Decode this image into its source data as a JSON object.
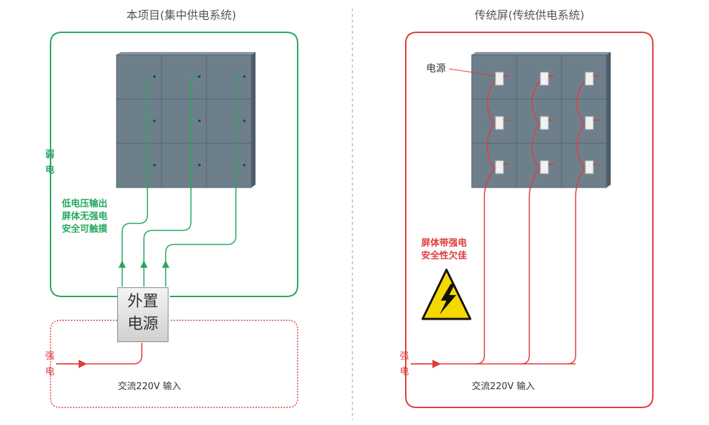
{
  "left_panel": {
    "title": "本项目(集中供电系统)",
    "weak_current_label": [
      "弱",
      "电"
    ],
    "low_voltage_note": [
      "低电压输出",
      "屏体无强电",
      "安全可触摸"
    ],
    "external_psu_label": [
      "外置",
      "电源"
    ],
    "strong_current_label": [
      "强",
      "电"
    ],
    "ac_input_label": "交流220V 输入"
  },
  "right_panel": {
    "title": "传统屏(传统供电系统)",
    "psu_callout_label": "电源",
    "hazard_note": [
      "屏体带强电",
      "安全性欠佳"
    ],
    "hazard_icon": "high-voltage-warning-icon",
    "strong_current_label": [
      "强",
      "电"
    ],
    "ac_input_label": "交流220V 输入"
  },
  "colors": {
    "weak_line": "#27a85f",
    "strong_line": "#e23c3c",
    "cabinet_face": "#6e7f8c",
    "cabinet_side": "#4f5d68",
    "warning_yellow": "#f5d800"
  }
}
